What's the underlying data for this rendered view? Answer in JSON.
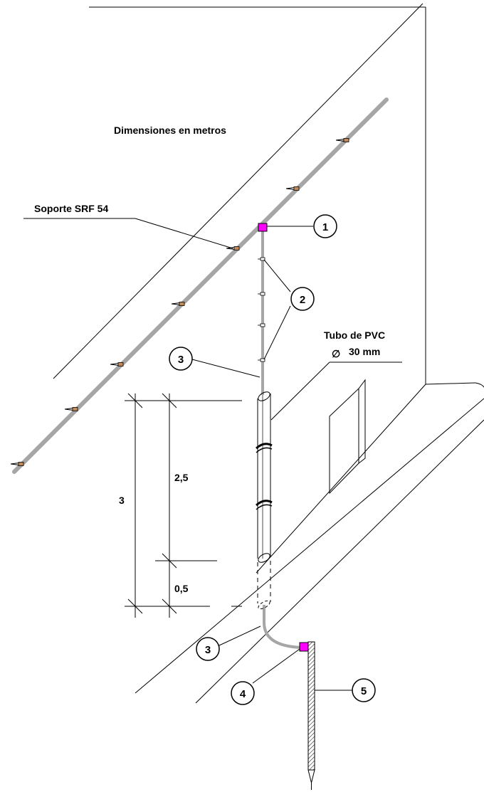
{
  "title": "Dimensiones en metros",
  "labels": {
    "support": "Soporte SRF 54",
    "tube_line1": "Tubo de PVC",
    "tube_line2": "30 mm",
    "diameter_symbol": "∅"
  },
  "callouts": [
    "1",
    "2",
    "3",
    "3",
    "4",
    "5"
  ],
  "dimensions": {
    "total": "3",
    "upper": "2,5",
    "lower": "0,5"
  },
  "colors": {
    "conductor": "#a6a6a6",
    "connector": "#ff00ff",
    "line": "#000000"
  }
}
